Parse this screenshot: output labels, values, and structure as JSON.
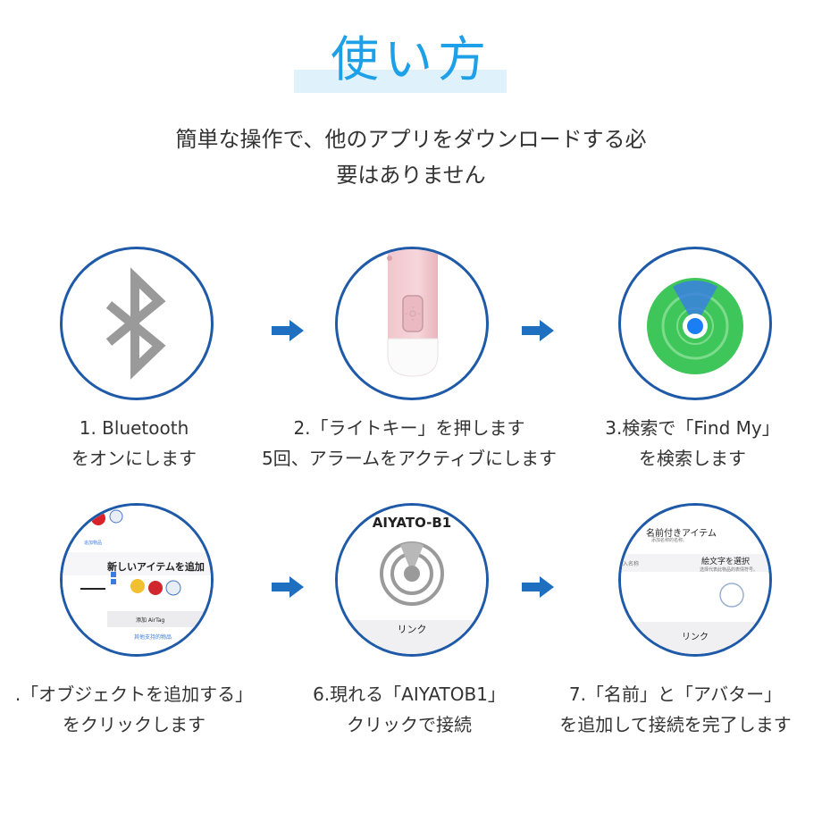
{
  "header": {
    "title": "使い方",
    "subtitle_line1": "簡単な操作で、他のアプリをダウンロードする必",
    "subtitle_line2": "要はありません"
  },
  "steps": [
    {
      "line1": "1. Bluetooth",
      "line2": "をオンにします"
    },
    {
      "line1": "2.「ライトキー」を押します",
      "line2": "5回、アラームをアクティブにします"
    },
    {
      "line1": "3.検索で「Find My」",
      "line2": "を検索します"
    },
    {
      "line1": ".「オブジェクトを追加する」",
      "line2": "をクリックします"
    },
    {
      "line1": "6.現れる「AIYATOB1」",
      "line2": "クリックで接続"
    },
    {
      "line1": "7.「名前」と「アバター」",
      "line2": "を追加して接続を完了します"
    }
  ],
  "screens": {
    "add_item": {
      "heading": "新しいアイテムを追加",
      "item1": "追加物品",
      "airtag": "添加 AirTag",
      "other": "其他支持的物品"
    },
    "device": {
      "name": "AIYATO-B1",
      "link": "リンク"
    },
    "naming": {
      "heading": "名前付きアイテム",
      "sub": "添加名称的名称。",
      "input": "入名称",
      "emoji_title": "絵文字を選択",
      "emoji_sub": "选择代表此物品的表情符号。",
      "link": "リンク"
    }
  },
  "colors": {
    "accent": "#1ea0e8",
    "ring": "#1e5aa8",
    "arrow": "#1e6fc0",
    "findmy_green": "#34c759"
  }
}
